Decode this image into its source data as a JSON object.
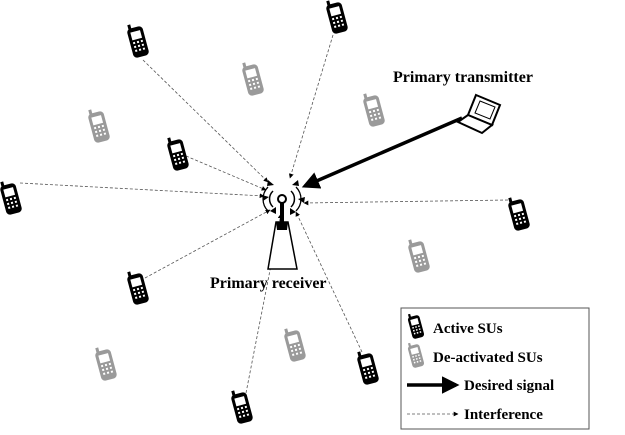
{
  "labels": {
    "primary_transmitter": "Primary transmitter",
    "primary_receiver": "Primary receiver"
  },
  "legend": {
    "active": "Active SUs",
    "deactivated": "De-activated SUs",
    "desired": "Desired signal",
    "interference": "Interference"
  },
  "colors": {
    "active_phone": "#000000",
    "deactivated_phone": "#9a9a9a",
    "desired_signal": "#000000",
    "interference": "#555555"
  },
  "icons": {
    "active_su": "mobile-phone-icon",
    "deactivated_su": "mobile-phone-icon-grey",
    "transmitter": "laptop-icon",
    "receiver": "antenna-tower-icon"
  }
}
